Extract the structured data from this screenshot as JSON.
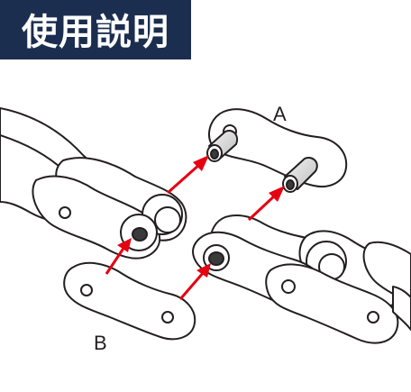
{
  "header": {
    "title": "使用説明"
  },
  "diagram": {
    "label_a": "A",
    "label_b": "B",
    "colors": {
      "banner": "#1c2e4f",
      "outline": "#231f20",
      "arrow": "#e50012",
      "pin_fill": "#d9d9d9",
      "pin_hole": "#3a3a3a"
    }
  }
}
